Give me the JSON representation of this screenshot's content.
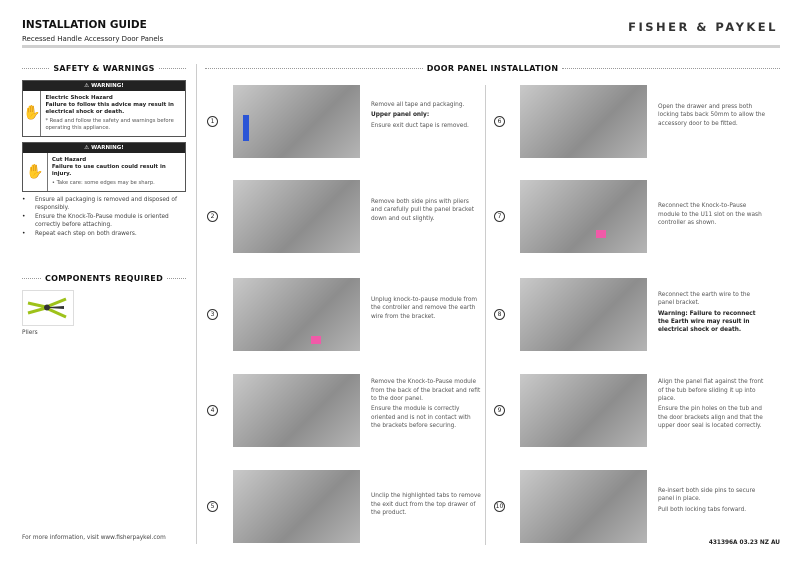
{
  "header": {
    "title": "INSTALLATION GUIDE",
    "subtitle": "Recessed Handle Accessory Door Panels",
    "brand": "FISHER & PAYKEL"
  },
  "safety": {
    "heading": "SAFETY & WARNINGS",
    "warnings": [
      {
        "banner": "⚠ WARNING!",
        "icon": "electric-shock-hand-icon",
        "title": "Electric Shock Hazard",
        "bold": "Failure to follow this advice may result in electrical shock or death.",
        "note": "* Read and follow the safety and warnings before operating this appliance."
      },
      {
        "banner": "⚠ WARNING!",
        "icon": "cut-hand-icon",
        "title": "Cut Hazard",
        "bold": "Failure to use caution could result in injury.",
        "note": "• Take care: some edges may be sharp."
      }
    ],
    "bullets": [
      "Ensure all packaging is removed and disposed of responsibly.",
      "Ensure the Knock-To-Pause module is oriented correctly before attaching.",
      "Repeat each step on both drawers."
    ]
  },
  "components": {
    "heading": "COMPONENTS REQUIRED",
    "items": [
      {
        "label": "Pliers",
        "icon": "pliers-icon"
      }
    ]
  },
  "installation": {
    "heading": "DOOR PANEL INSTALLATION",
    "steps": [
      {
        "number": "1",
        "paragraphs": [
          {
            "text": "Remove all tape and packaging.",
            "bold": false
          },
          {
            "text": "Upper panel only:",
            "bold": true
          },
          {
            "text": "Ensure exit duct tape is removed.",
            "bold": false
          }
        ]
      },
      {
        "number": "2",
        "paragraphs": [
          {
            "text": "Remove both side pins with pliers and carefully pull the panel bracket down and out slightly.",
            "bold": false
          }
        ]
      },
      {
        "number": "3",
        "paragraphs": [
          {
            "text": "Unplug knock-to-pause module from the controller and remove the earth wire from the bracket.",
            "bold": false
          }
        ]
      },
      {
        "number": "4",
        "paragraphs": [
          {
            "text": "Remove the Knock-to-Pause module from the back of the bracket and refit to the door panel.",
            "bold": false
          },
          {
            "text": "Ensure the module is correctly oriented and is not in contact with the brackets before securing.",
            "bold": false
          }
        ]
      },
      {
        "number": "5",
        "paragraphs": [
          {
            "text": "Unclip the highlighted tabs to remove the exit duct from the top drawer of the product.",
            "bold": false
          }
        ]
      },
      {
        "number": "6",
        "paragraphs": [
          {
            "text": "Open the drawer and press both locking tabs back 50mm to allow the accessory door to be fitted.",
            "bold": false
          }
        ]
      },
      {
        "number": "7",
        "paragraphs": [
          {
            "text": "Reconnect the Knock-to-Pause module to the U11 slot on the wash controller as shown.",
            "bold": false
          }
        ]
      },
      {
        "number": "8",
        "paragraphs": [
          {
            "text": "Reconnect the earth wire to the panel bracket.",
            "bold": false
          },
          {
            "text": "Warning: Failure to reconnect the Earth wire may result in electrical shock or death.",
            "bold": true
          }
        ]
      },
      {
        "number": "9",
        "paragraphs": [
          {
            "text": "Align the panel flat against the front of the tub before sliding it up into place.",
            "bold": false
          },
          {
            "text": "Ensure the pin holes on the tub and the door brackets align and that the upper door seal is located correctly.",
            "bold": false
          }
        ]
      },
      {
        "number": "10",
        "paragraphs": [
          {
            "text": "Re-insert both side pins to secure panel in place.",
            "bold": false
          },
          {
            "text": "Pull both locking tabs forward.",
            "bold": false
          }
        ]
      }
    ]
  },
  "footer": {
    "text": "For more information, visit www.fisherpaykel.com",
    "code": "431396A  03.23  NZ AU"
  }
}
